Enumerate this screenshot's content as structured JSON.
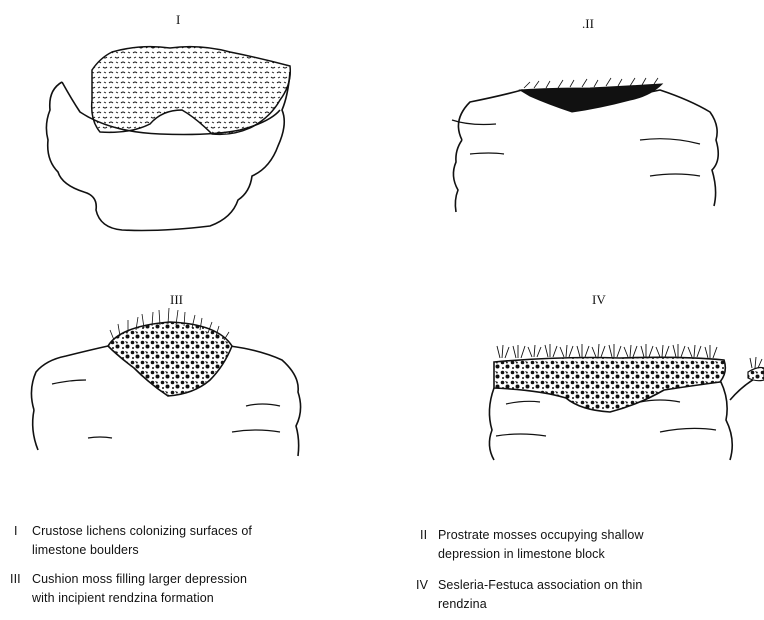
{
  "panels": [
    {
      "numeral": "I"
    },
    {
      "numeral": ".II"
    },
    {
      "numeral": "III"
    },
    {
      "numeral": "IV"
    }
  ],
  "captions": [
    {
      "numeral": "I",
      "line1": "Crustose lichens colonizing surfaces of",
      "line2": "limestone boulders"
    },
    {
      "numeral": "II",
      "line1": "Prostrate mosses occupying shallow",
      "line2": "depression in limestone block"
    },
    {
      "numeral": "III",
      "line1": "Cushion moss filling larger depression",
      "line2": "with incipient rendzina formation"
    },
    {
      "numeral": "IV",
      "line1": "Sesleria-Festuca association on thin",
      "line2": "rendzina"
    }
  ],
  "colors": {
    "ink": "#111111",
    "paper": "#ffffff"
  }
}
